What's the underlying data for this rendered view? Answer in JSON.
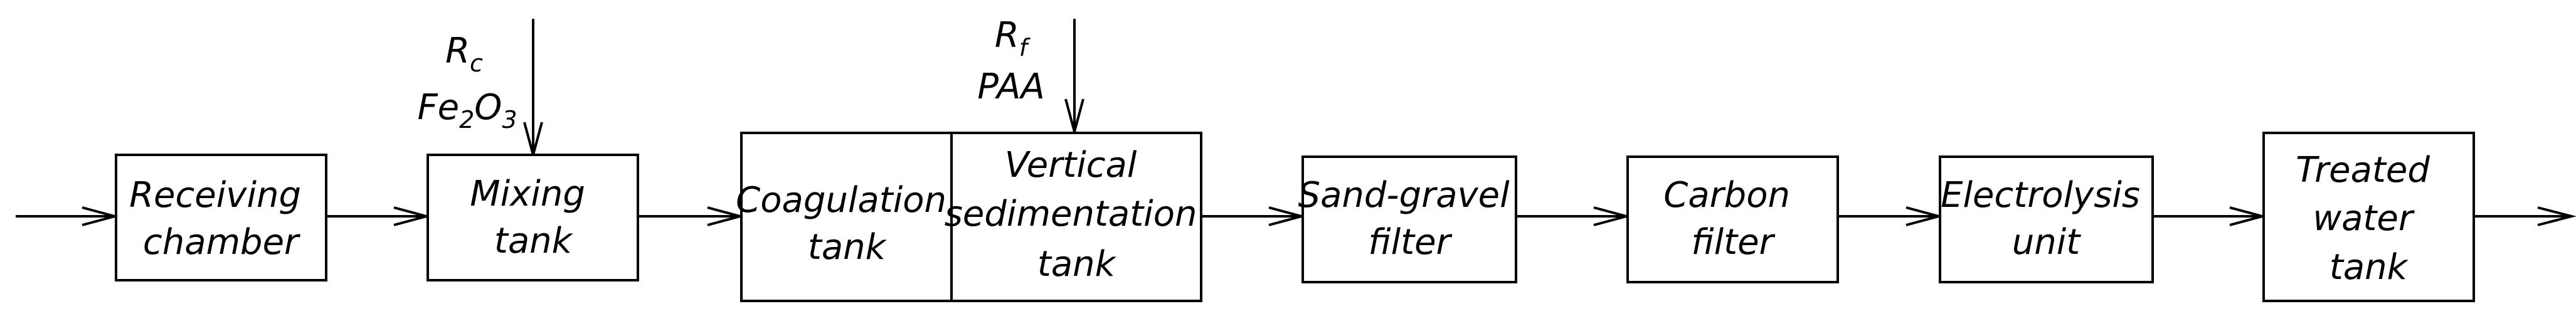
{
  "blocks": {
    "receiving": [
      "Receiving",
      "chamber"
    ],
    "mixing": [
      "Mixing",
      "tank"
    ],
    "coagulation": [
      "Coagulation",
      "tank"
    ],
    "sedimentation": [
      "Vertical",
      "sedimentation",
      "tank"
    ],
    "sandgravel": [
      "Sand-gravel",
      "filter"
    ],
    "carbon": [
      "Carbon",
      "filter"
    ],
    "electrolysis": [
      "Electrolysis",
      "unit"
    ],
    "treated": [
      "Treated",
      "water",
      "tank"
    ]
  },
  "inputs": {
    "mixing": {
      "reagent": "R",
      "reagent_sub": "c",
      "chem_a": "Fe",
      "chem_sub1": "2",
      "chem_b": "O",
      "chem_sub2": "3"
    },
    "sedimentation": {
      "reagent": "R",
      "reagent_sub": "f",
      "chem": "PAA"
    }
  }
}
